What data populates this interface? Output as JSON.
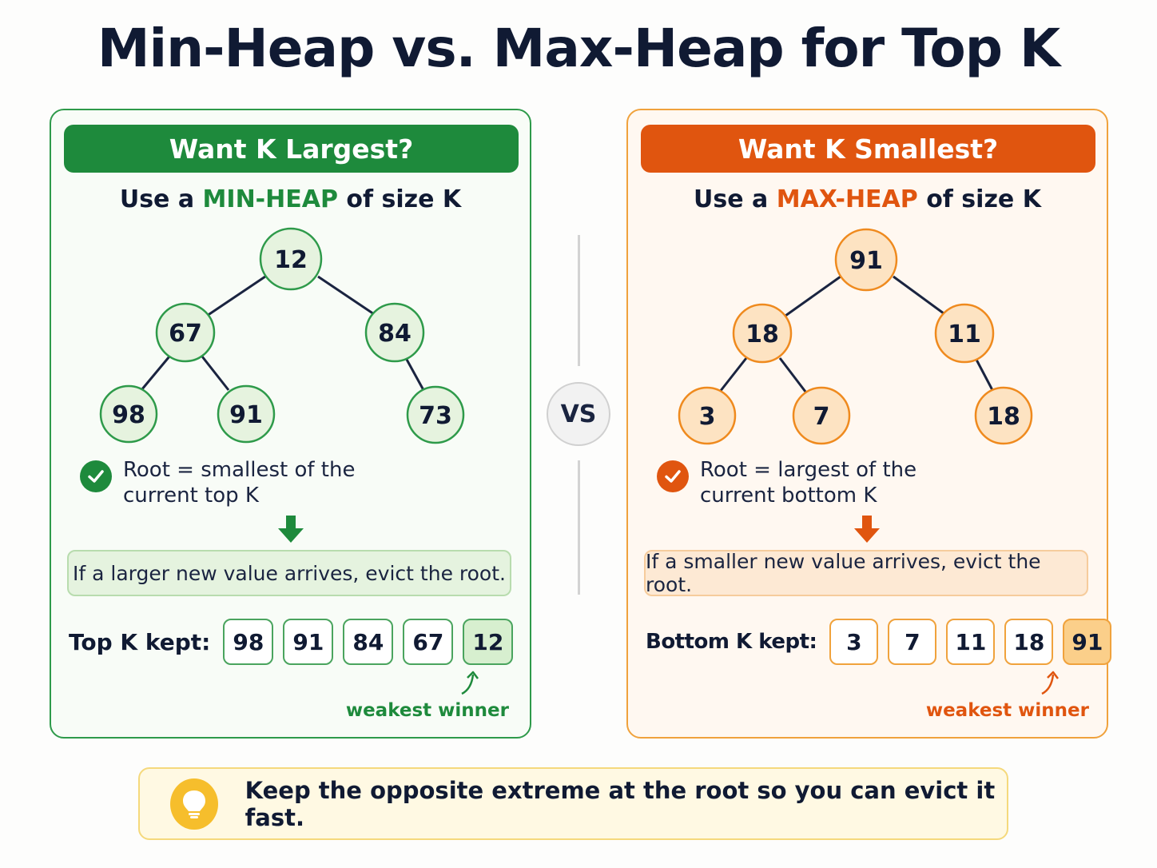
{
  "title": "Min-Heap vs. Max-Heap for Top K",
  "vs_label": "VS",
  "left": {
    "banner": "Want K Largest?",
    "subtitle_prefix": "Use a ",
    "subtitle_highlight": "MIN-HEAP",
    "subtitle_suffix": " of size K",
    "tree": {
      "root": "12",
      "level1": [
        "67",
        "84"
      ],
      "level2": [
        "98",
        "91",
        "73"
      ]
    },
    "note_line1": "Root = smallest of the",
    "note_line2": "current top K",
    "rule": "If a larger new value arrives, evict the root.",
    "kept_label": "Top K kept:",
    "kept_values": [
      "98",
      "91",
      "84",
      "67",
      "12"
    ],
    "weakest_label": "weakest winner",
    "accent": "#1e8a3c"
  },
  "right": {
    "banner": "Want K Smallest?",
    "subtitle_prefix": "Use a ",
    "subtitle_highlight": "MAX-HEAP",
    "subtitle_suffix": " of size K",
    "tree": {
      "root": "91",
      "level1": [
        "18",
        "11"
      ],
      "level2": [
        "3",
        "7",
        "18"
      ]
    },
    "note_line1": "Root = largest of the",
    "note_line2": "current bottom K",
    "rule": "If a smaller new value arrives, evict the root.",
    "kept_label": "Bottom K kept:",
    "kept_values": [
      "3",
      "7",
      "11",
      "18",
      "91"
    ],
    "weakest_label": "weakest winner",
    "accent": "#e0550f"
  },
  "tip": "Keep the opposite extreme at the root so you can evict it fast.",
  "icons": [
    "check-circle-icon",
    "down-arrow-icon",
    "curved-up-arrow-icon",
    "lightbulb-icon"
  ]
}
